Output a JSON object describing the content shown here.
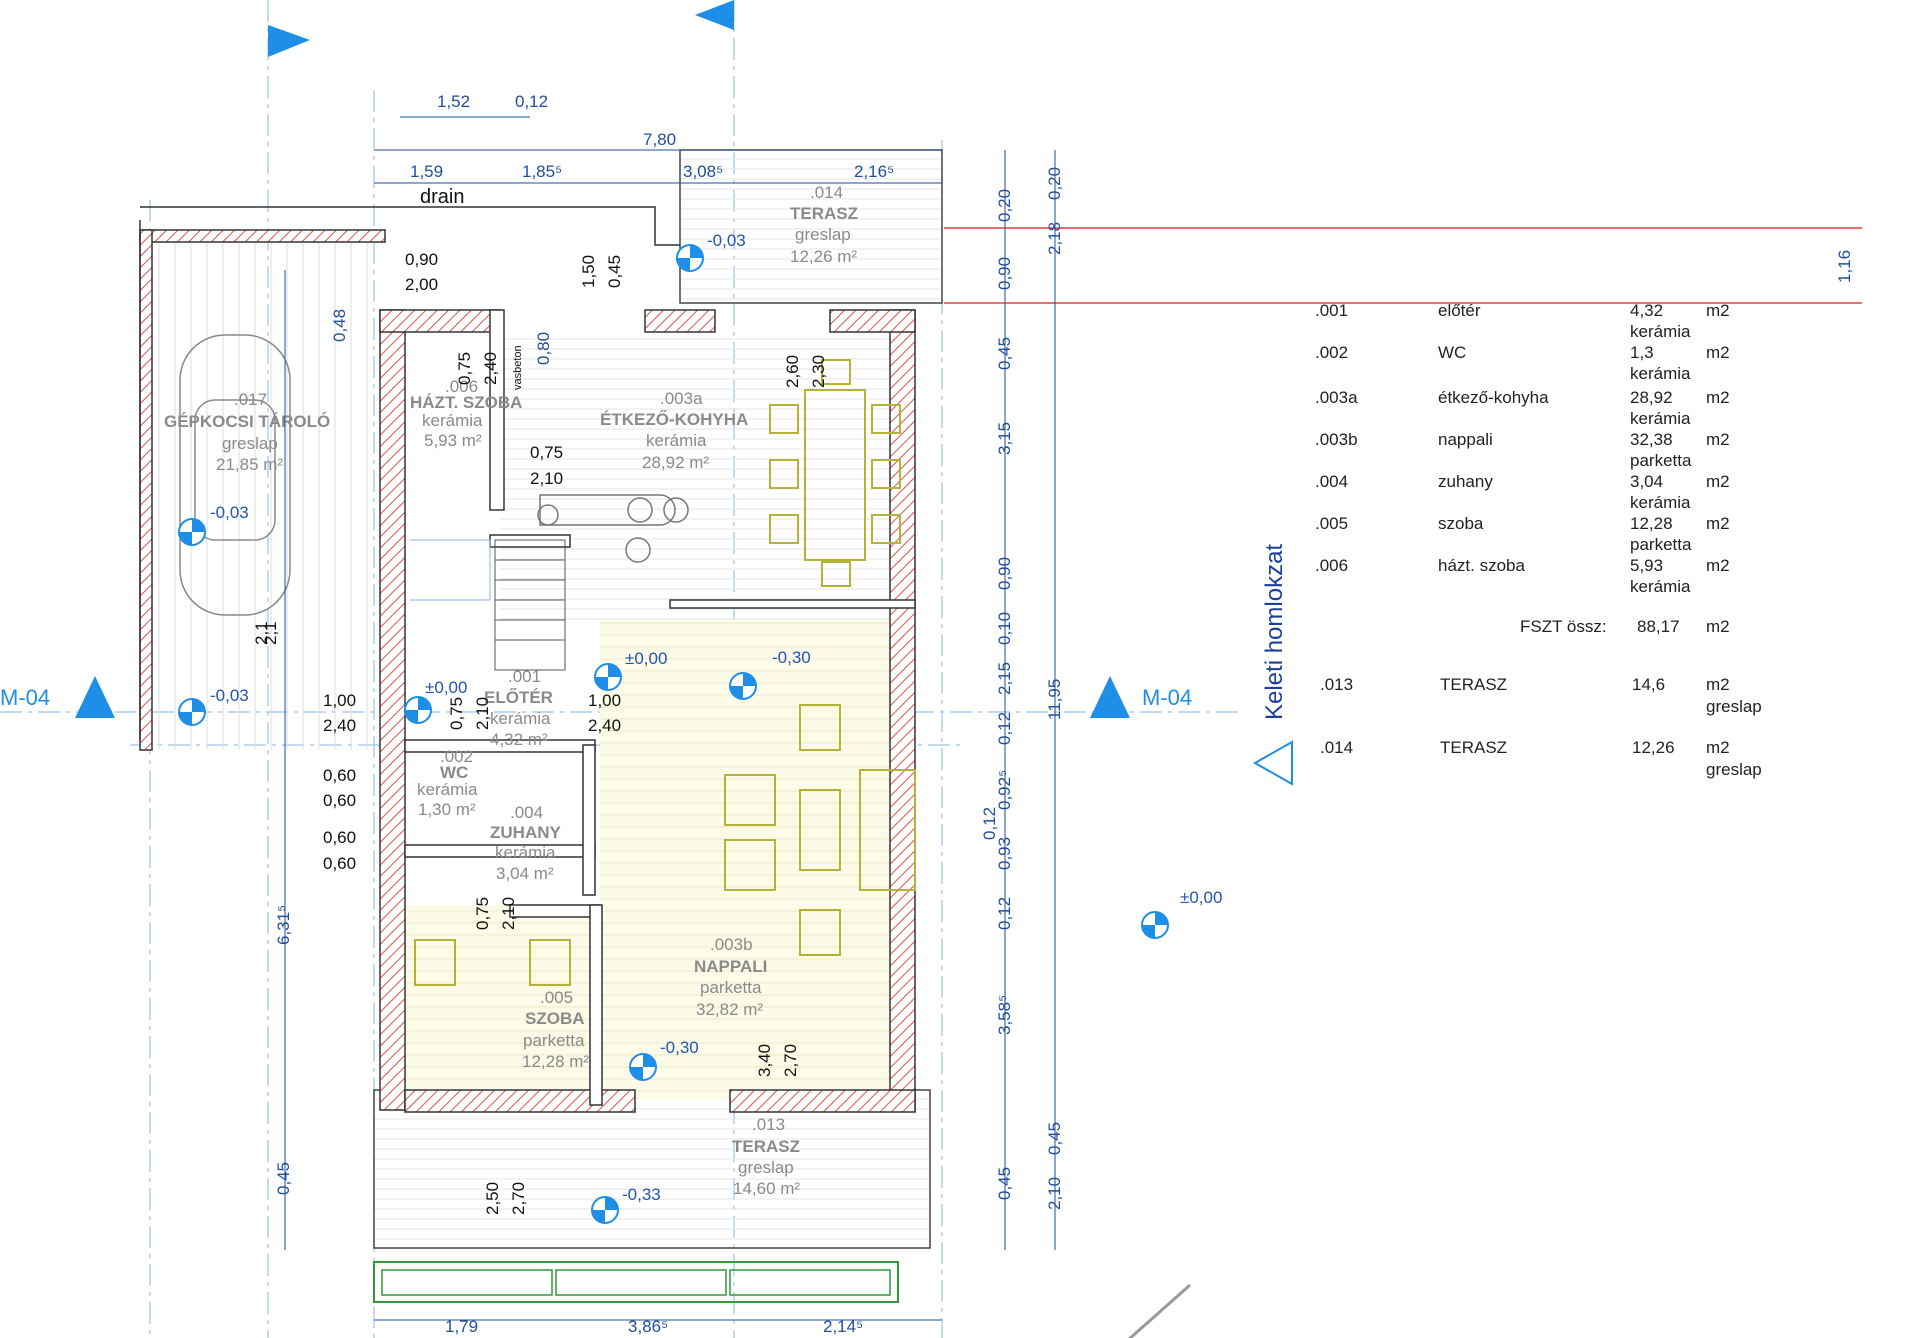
{
  "plan": {
    "dimensions_top": [
      "1,52",
      "0,12",
      "7,80",
      "1,59",
      "1,85⁵",
      "3,08⁵",
      "2,16⁵"
    ],
    "dimensions_bottom": [
      "1,79",
      "3,86⁵",
      "2,14⁵"
    ],
    "dimensions_right": [
      "0,20",
      "0,90",
      "0,45",
      "3,15",
      "0,90",
      "0,10",
      "2,15",
      "0,12",
      "0,92⁵",
      "0,93",
      "0,12",
      "3,58⁵",
      "0,45",
      "0,20",
      "2,18",
      "11,95",
      "0,45",
      "2,10",
      "0,12",
      "1,16"
    ],
    "dimensions_left": [
      "0,48",
      "6,31⁵",
      "0,45",
      "1,00",
      "2,40",
      "0,60",
      "0,60",
      "0,60",
      "0,60"
    ],
    "door_window_marks": [
      "0,90",
      "2,00",
      "1,50",
      "0,45",
      "0,75",
      "2,40",
      "0,80",
      "0,75",
      "2,10",
      "2,60",
      "2,30",
      "1,00",
      "2,40",
      "0,75",
      "2,10",
      "0,75",
      "2,10",
      "3,40",
      "2,70",
      "2,50",
      "2,70",
      "2,1",
      "2,1"
    ],
    "drain_label": "drain",
    "vasbeton_label": "vasbeton",
    "levels": [
      "-0,03",
      "-0,03",
      "-0,03",
      "±0,00",
      "±0,00",
      "-0,30",
      "-0,30",
      "-0,33",
      "±0,00"
    ],
    "rooms": [
      {
        "num": ".017",
        "name": "GÉPKOCSI TÁROLÓ",
        "floor": "greslap",
        "area": "21,85 m²"
      },
      {
        "num": ".014",
        "name": "TERASZ",
        "floor": "greslap",
        "area": "12,26 m²"
      },
      {
        "num": ".006",
        "name": "HÁZT. SZOBA",
        "floor": "kerámia",
        "area": "5,93 m²"
      },
      {
        "num": ".003a",
        "name": "ÉTKEZŐ-KOHYHA",
        "floor": "kerámia",
        "area": "28,92 m²"
      },
      {
        "num": ".001",
        "name": "ELŐTÉR",
        "floor": "kerámia",
        "area": "4,32 m²"
      },
      {
        "num": ".002",
        "name": "WC",
        "floor": "kerámia",
        "area": "1,30 m²"
      },
      {
        "num": ".004",
        "name": "ZUHANY",
        "floor": "kerámia",
        "area": "3,04 m²"
      },
      {
        "num": ".003b",
        "name": "NAPPALI",
        "floor": "parketta",
        "area": "32,82 m²"
      },
      {
        "num": ".005",
        "name": "SZOBA",
        "floor": "parketta",
        "area": "12,28 m²"
      },
      {
        "num": ".013",
        "name": "TERASZ",
        "floor": "greslap",
        "area": "14,60 m²"
      }
    ],
    "section_markers": [
      "M-04",
      "M-04"
    ],
    "elevation_label": "Keleti homlokzat"
  },
  "schedule": {
    "rows": [
      {
        "code": ".001",
        "name": "előtér",
        "area": "4,32",
        "unit": "m2",
        "floor": "kerámia"
      },
      {
        "code": ".002",
        "name": "WC",
        "area": "1,3",
        "unit": "m2",
        "floor": "kerámia"
      },
      {
        "code": ".003a",
        "name": "étkező-kohyha",
        "area": "28,92",
        "unit": "m2",
        "floor": "kerámia"
      },
      {
        "code": ".003b",
        "name": "nappali",
        "area": "32,38",
        "unit": "m2",
        "floor": "parketta"
      },
      {
        "code": ".004",
        "name": "zuhany",
        "area": "3,04",
        "unit": "m2",
        "floor": "kerámia"
      },
      {
        "code": ".005",
        "name": "szoba",
        "area": "12,28",
        "unit": "m2",
        "floor": "parketta"
      },
      {
        "code": ".006",
        "name": "házt. szoba",
        "area": "5,93",
        "unit": "m2",
        "floor": "kerámia"
      }
    ],
    "total": {
      "label": "FSZT össz:",
      "area": "88,17",
      "unit": "m2"
    },
    "terraces": [
      {
        "code": ".013",
        "name": "TERASZ",
        "area": "14,6",
        "unit": "m2",
        "floor": "greslap"
      },
      {
        "code": ".014",
        "name": "TERASZ",
        "area": "12,26",
        "unit": "m2",
        "floor": "greslap"
      }
    ]
  },
  "colors": {
    "wall_hatch": "#d9534f",
    "dimension": "#1f4f9c",
    "marker": "#1e8ee6",
    "furniture": "#b5b23a",
    "planter": "#2e9b3a"
  }
}
